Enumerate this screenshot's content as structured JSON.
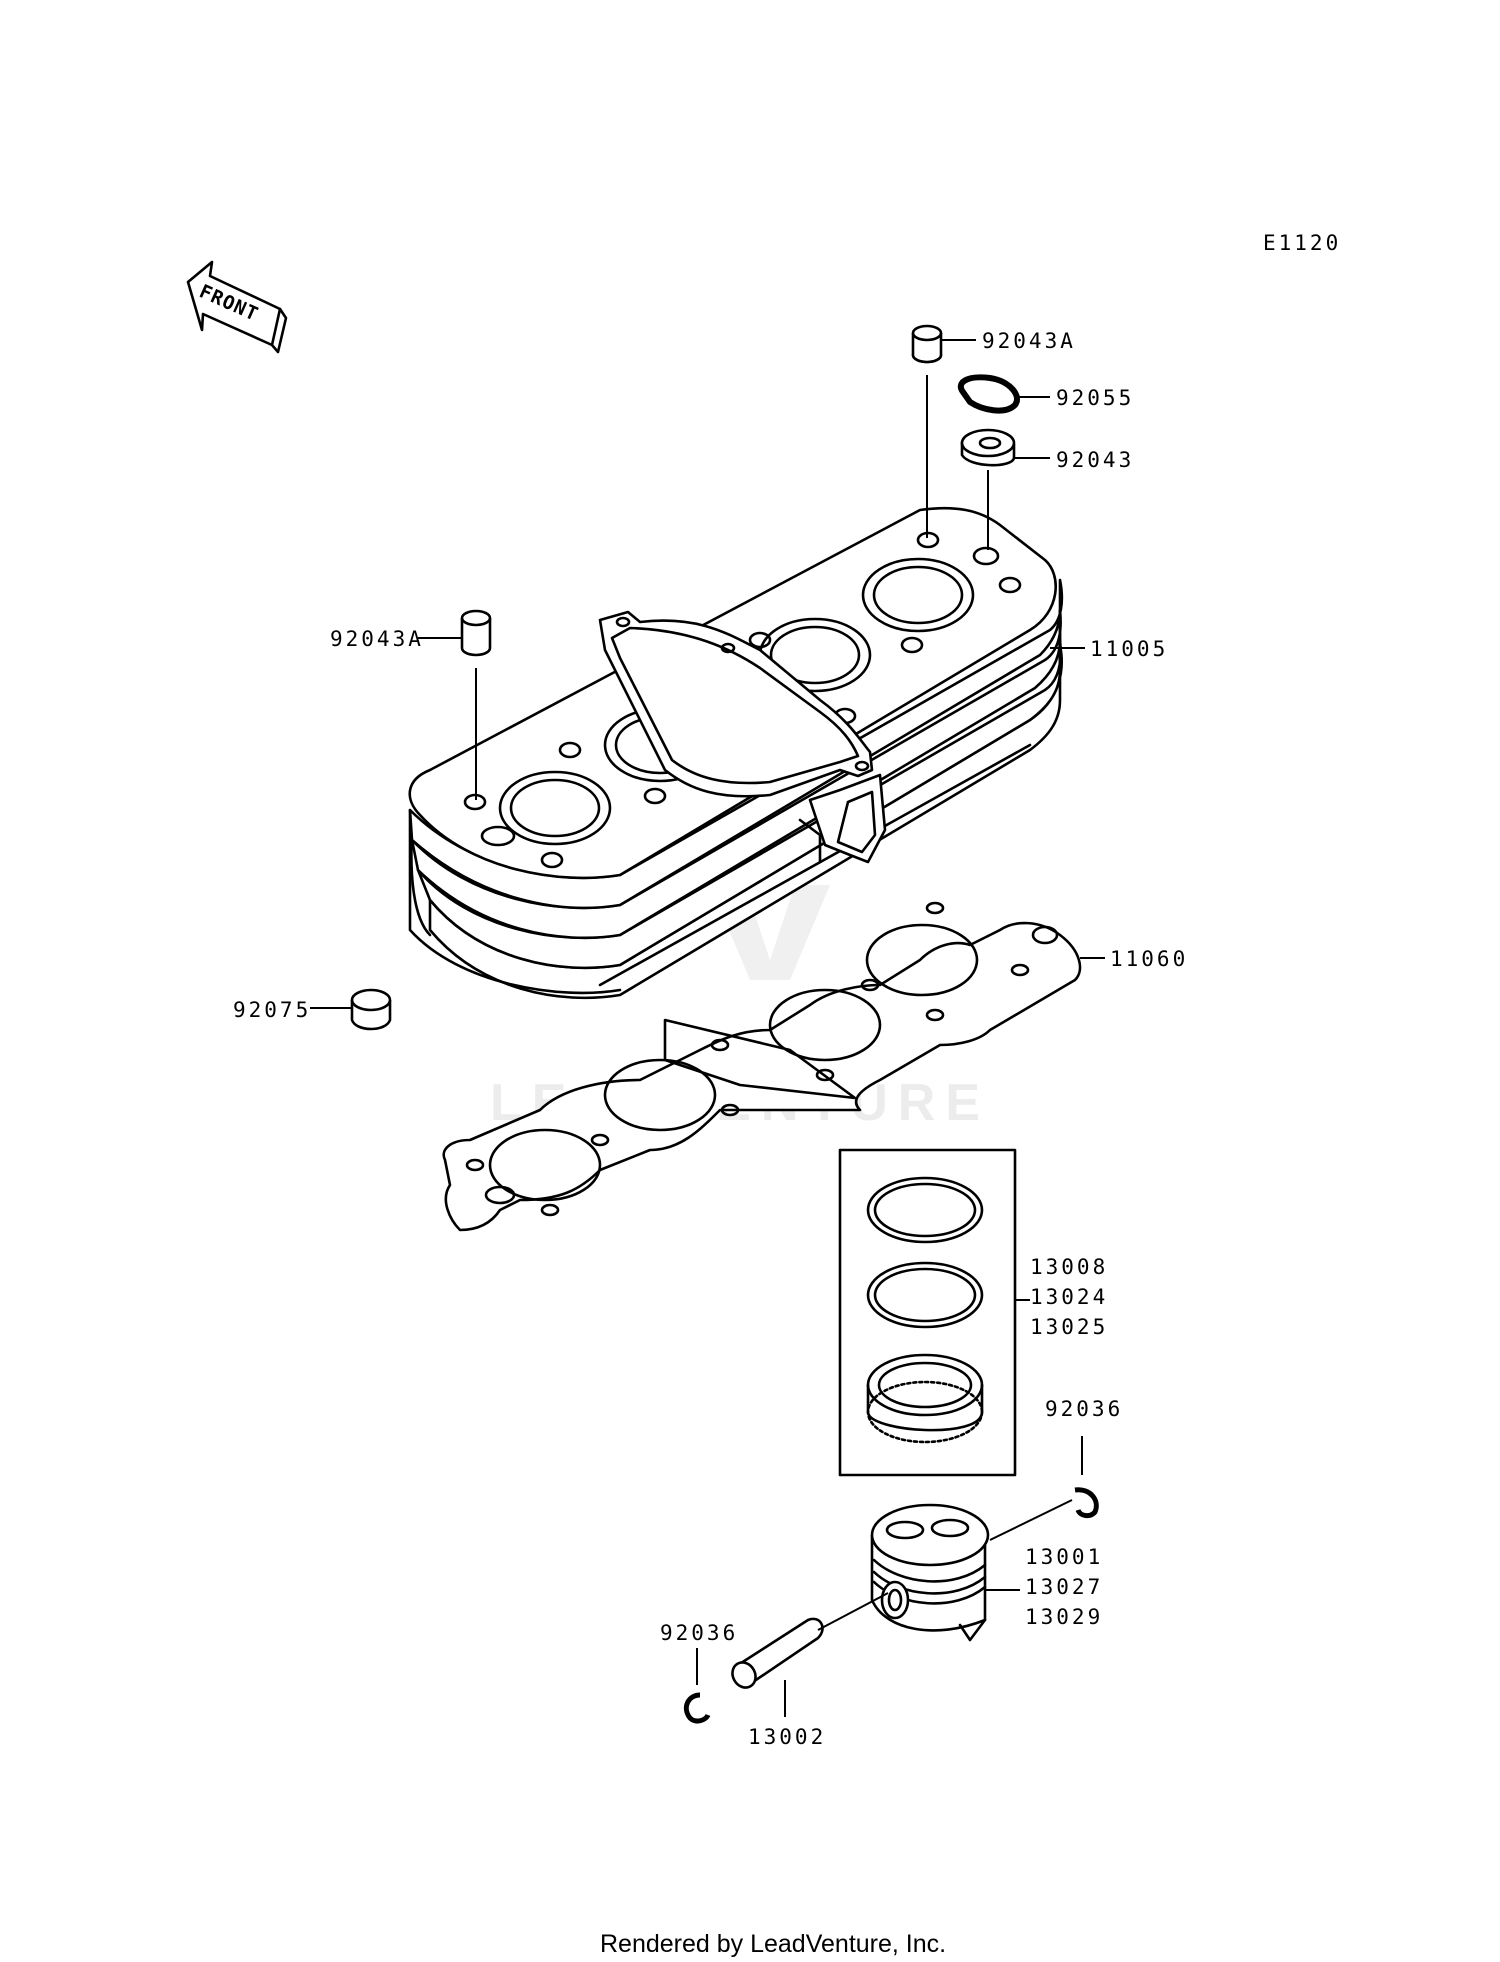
{
  "diagram_code": "E1120",
  "front_arrow_label": "FRONT",
  "watermark": "LEADVENTURE",
  "footer": "Rendered by LeadVenture, Inc.",
  "parts": {
    "dowel_top": "92043A",
    "oring": "92055",
    "bushing": "92043",
    "dowel_left": "92043A",
    "cylinder": "11005",
    "gasket": "11060",
    "cap": "92075",
    "rings_1": "13008",
    "rings_2": "13024",
    "rings_3": "13025",
    "circlip_right": "92036",
    "piston_1": "13001",
    "piston_2": "13027",
    "piston_3": "13029",
    "circlip_left": "92036",
    "pin": "13002"
  }
}
